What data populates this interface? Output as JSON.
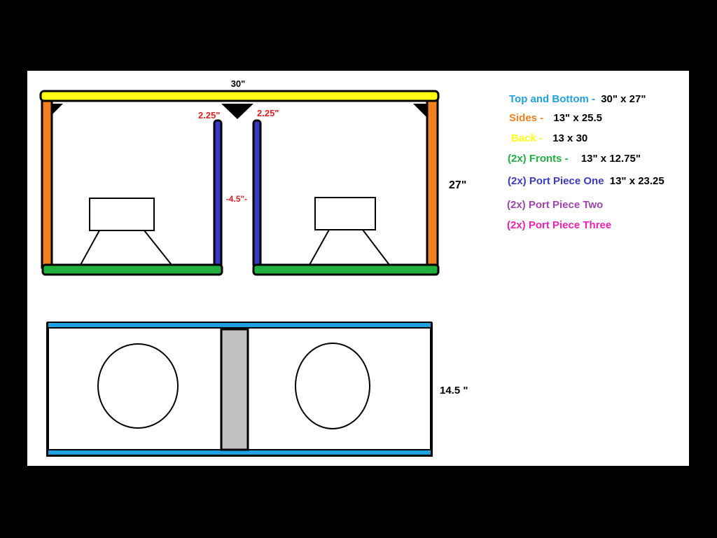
{
  "colors": {
    "frame": "#000000",
    "canvas": "#ffffff",
    "top_bottom": "#1fa0e0",
    "sides": "#f08020",
    "back": "#ffff14",
    "fronts": "#20b040",
    "port_one": "#3a3ac8",
    "port_two": "#a044b0",
    "port_three": "#f020b0",
    "dimension_red": "#e02020",
    "port_fill_gray": "#c0c0c0"
  },
  "side_view": {
    "top_width_label": "30\"",
    "height_label": "27\"",
    "left_port_gap_label": "2.25\"",
    "right_port_gap_label": "2.25\"",
    "port_width_label": "-4.5\"-"
  },
  "top_view": {
    "depth_label": "14.5 \""
  },
  "legend": [
    {
      "name": "Top and Bottom -",
      "value": "30\" x 27\"",
      "color_key": "top_bottom"
    },
    {
      "name": "Sides -",
      "value": "13\" x 25.5",
      "color_key": "sides"
    },
    {
      "name": "Back -",
      "value": "13 x 30",
      "color_key": "back"
    },
    {
      "name": "(2x) Fronts -",
      "value": "13\" x 12.75\"",
      "color_key": "fronts"
    },
    {
      "name": "(2x) Port Piece One",
      "value": "13\" x 23.25",
      "color_key": "port_one"
    },
    {
      "name": "(2x) Port Piece Two",
      "value": "",
      "color_key": "port_two"
    },
    {
      "name": "(2x) Port Piece Three",
      "value": "",
      "color_key": "port_three"
    }
  ]
}
